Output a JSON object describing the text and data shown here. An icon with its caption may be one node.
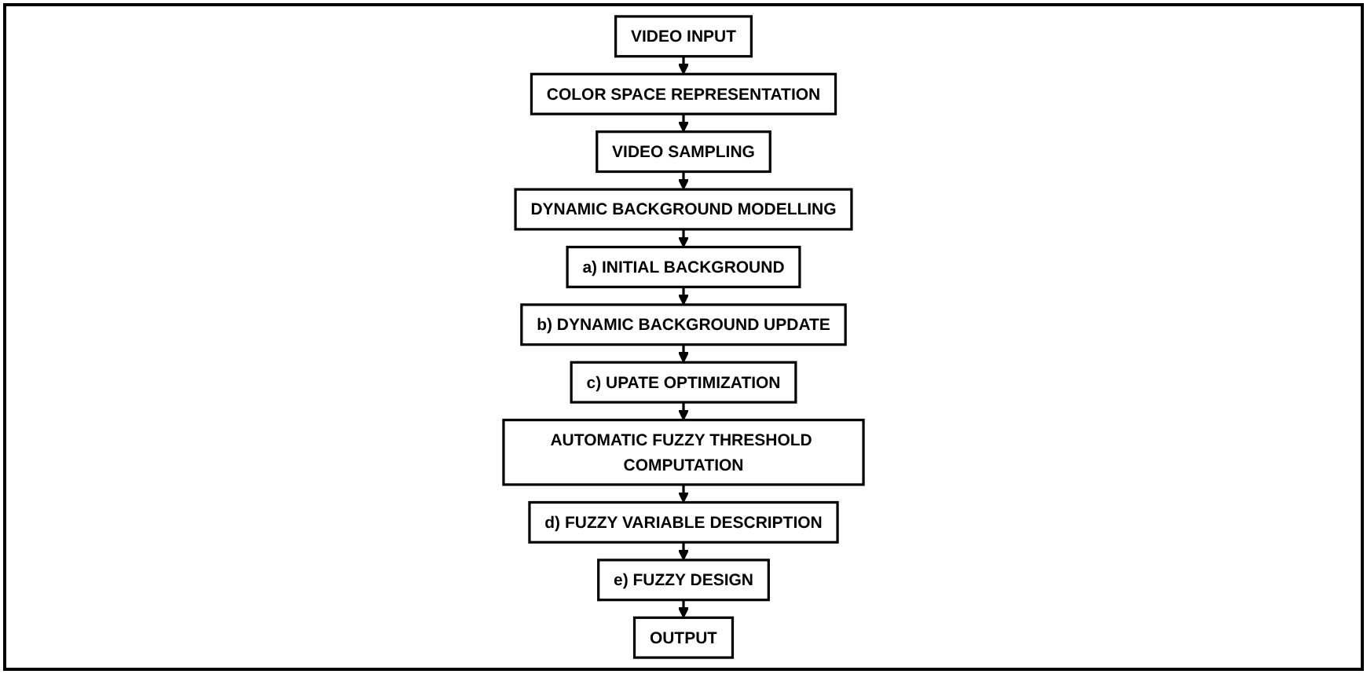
{
  "diagram": {
    "nodes": [
      {
        "text": [
          "VIDEO INPUT"
        ]
      },
      {
        "text": [
          "COLOR SPACE REPRESENTATION"
        ]
      },
      {
        "text": [
          "VIDEO SAMPLING"
        ]
      },
      {
        "text": [
          "DYNAMIC BACKGROUND MODELLING"
        ]
      },
      {
        "text": [
          "a) INITIAL BACKGROUND"
        ]
      },
      {
        "text": [
          "b) DYNAMIC BACKGROUND UPDATE"
        ]
      },
      {
        "text": [
          "c) UPATE OPTIMIZATION"
        ]
      },
      {
        "text": [
          "AUTOMATIC FUZZY THRESHOLD COMPUTATION"
        ]
      },
      {
        "text": [
          "d) FUZZY VARIABLE DESCRIPTION"
        ]
      },
      {
        "text": [
          "e) FUZZY DESIGN"
        ]
      },
      {
        "text": [
          "OUTPUT"
        ]
      }
    ],
    "edges": [
      {
        "from": 0,
        "to": 1,
        "arrow": "to"
      },
      {
        "from": 1,
        "to": 2,
        "arrow": "to"
      },
      {
        "from": 2,
        "to": 3,
        "arrow": "to"
      },
      {
        "from": 3,
        "to": 4,
        "arrow": "to"
      },
      {
        "from": 4,
        "to": 5,
        "arrow": "to"
      },
      {
        "from": 5,
        "to": 6,
        "arrow": "to"
      },
      {
        "from": 6,
        "to": 7,
        "arrow": "to"
      },
      {
        "from": 7,
        "to": 8,
        "arrow": "to"
      },
      {
        "from": 8,
        "to": 9,
        "arrow": "to"
      },
      {
        "from": 9,
        "to": 10,
        "arrow": "to"
      }
    ]
  }
}
